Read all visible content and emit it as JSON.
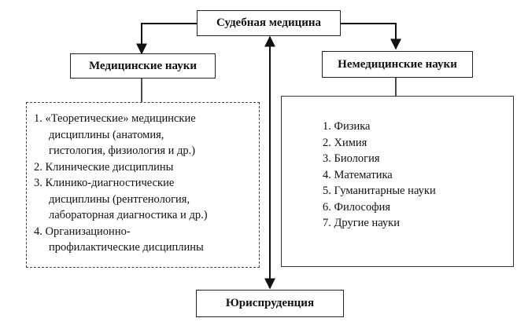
{
  "nodes": {
    "top": "Судебная медицина",
    "left": "Медицинские науки",
    "right": "Немедицинские науки",
    "bottom": "Юриспруденция"
  },
  "left_list": [
    "1. «Теоретические» медицинские",
    "дисциплины (анатомия,",
    "гистология, физиология и др.)",
    "2. Клинические дисциплины",
    "3. Клинико-диагностические",
    "дисциплины (рентгенология,",
    "лабораторная диагностика и др.)",
    "4. Организационно-",
    "профилактические дисциплины"
  ],
  "right_list": [
    "1. Физика",
    "2. Химия",
    "3. Биология",
    "4. Математика",
    "5. Гуманитарные науки",
    "6. Философия",
    "7. Другие науки"
  ]
}
